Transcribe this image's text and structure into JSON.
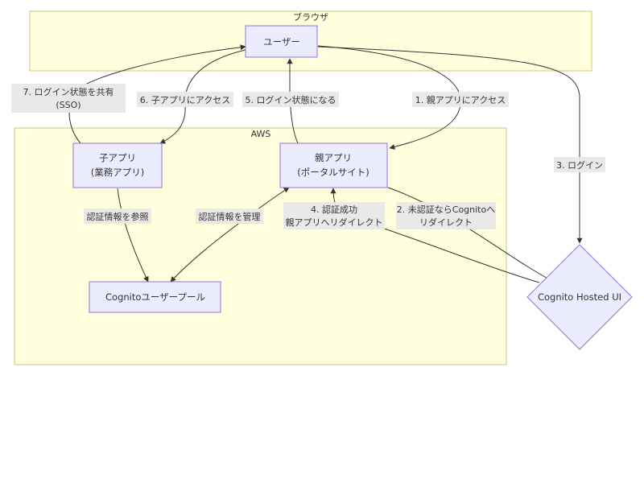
{
  "clusters": {
    "browser": {
      "title": "ブラウザ"
    },
    "aws": {
      "title": "AWS"
    }
  },
  "nodes": {
    "user": {
      "label": "ユーザー"
    },
    "child_app": {
      "line1": "子アプリ",
      "line2": "(業務アプリ)"
    },
    "parent_app": {
      "line1": "親アプリ",
      "line2": "(ポータルサイト)"
    },
    "user_pool": {
      "label": "Cognitoユーザープール"
    },
    "hosted_ui": {
      "label": "Cognito Hosted UI"
    }
  },
  "edges": {
    "e1": {
      "label": "1. 親アプリにアクセス"
    },
    "e2": {
      "line1": "2. 未認証ならCognitoへ",
      "line2": "リダイレクト"
    },
    "e3": {
      "label": "3. ログイン"
    },
    "e4": {
      "line1": "4. 認証成功",
      "line2": "親アプリへリダイレクト"
    },
    "e5": {
      "label": "5. ログイン状態になる"
    },
    "e6": {
      "label": "6. 子アプリにアクセス"
    },
    "e7": {
      "line1": "7. ログイン状態を共有",
      "line2": "(SSO)"
    },
    "e8": {
      "label": "認証情報を参照"
    },
    "e9": {
      "label": "認証情報を管理"
    }
  },
  "colors": {
    "cluster_fill": "#ffffde",
    "cluster_stroke": "#c8c875",
    "node_fill": "#ececff",
    "node_stroke": "#9370db",
    "edge": "#333333",
    "label_bg": "#e8e8e8"
  }
}
